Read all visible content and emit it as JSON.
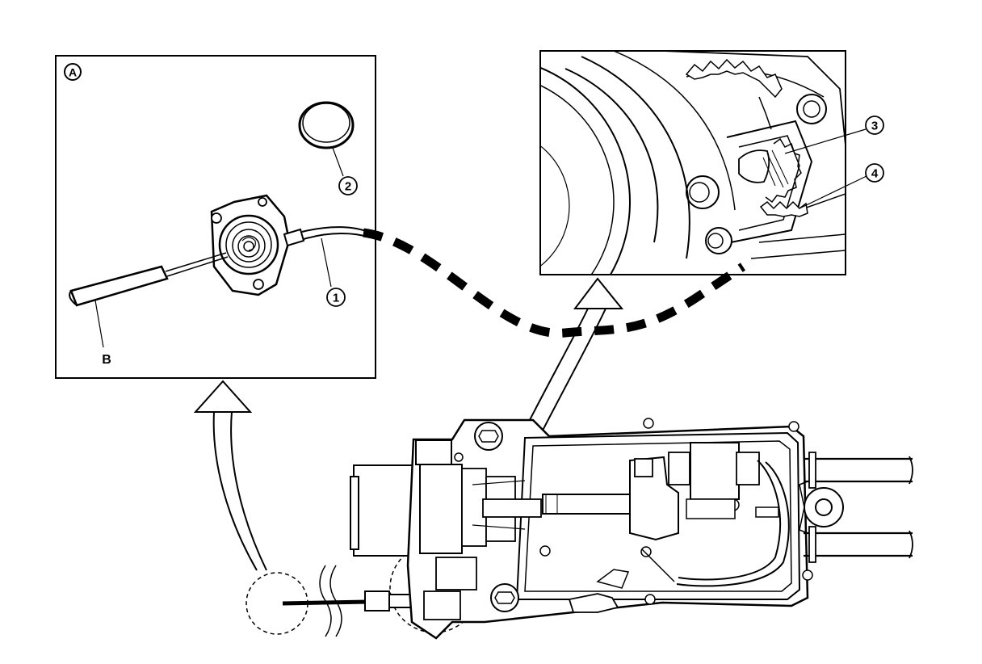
{
  "callouts": {
    "inset_a_letter": "A",
    "part_1": "1",
    "part_2": "2",
    "part_3": "3",
    "part_4": "4",
    "cable_b": "B"
  },
  "colors": {
    "line": "#000000",
    "background": "#ffffff"
  }
}
